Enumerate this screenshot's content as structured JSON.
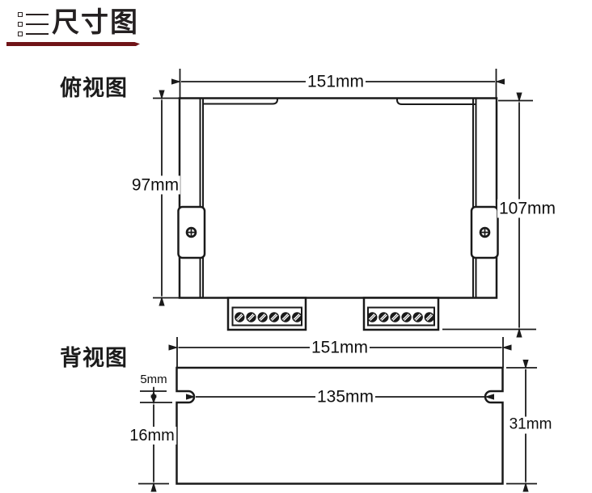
{
  "header": {
    "title": "尺寸图",
    "icon": "list-icon",
    "underline_color": "#701418"
  },
  "top_view": {
    "label": "俯视图",
    "dim_width": "151mm",
    "dim_body_height": "97mm",
    "dim_total_height": "107mm"
  },
  "back_view": {
    "label": "背视图",
    "dim_width": "151mm",
    "dim_slot_span": "135mm",
    "dim_slot_height": "5mm",
    "dim_slot_to_bottom": "16mm",
    "dim_total_height": "31mm"
  },
  "colors": {
    "line": "#1a1a1a",
    "accent_underline": "#701418",
    "background": "#ffffff"
  }
}
